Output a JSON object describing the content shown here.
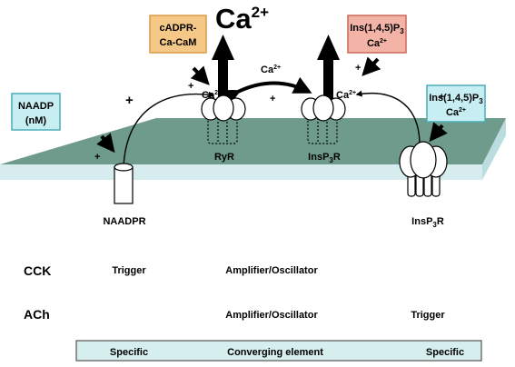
{
  "main_label": {
    "base": "Ca",
    "sup": "2+"
  },
  "boxes": {
    "cadpr": {
      "line1": "cADPR-",
      "line2": "Ca-CaM",
      "fill": "#f6c887",
      "stroke": "#d89a45"
    },
    "ip3_top": {
      "line1_base": "Ins(1,4,5)P",
      "line1_sub": "3",
      "line2_base": "Ca",
      "line2_sup": "2+",
      "fill": "#f4b3a7",
      "stroke": "#c9685a"
    },
    "naadp": {
      "line1": "NAADP",
      "line2": "(nM)",
      "fill": "#c7eef2",
      "stroke": "#4aaeb8"
    },
    "ip3_right": {
      "line1_base": "Ins(1,4,5)P",
      "line1_sub": "3",
      "line2_base": "Ca",
      "line2_sup": "2+",
      "fill": "#c7eef2",
      "stroke": "#4aaeb8"
    }
  },
  "ions": {
    "ryr_site": {
      "base": "Ca",
      "sup": "2+"
    },
    "ip3_site": {
      "base": "Ca",
      "sup": "2+"
    },
    "between": {
      "base": "Ca",
      "sup": "2+"
    }
  },
  "signs": {
    "plus": "+"
  },
  "channels": {
    "ryr": "RyR",
    "ip3r_er": {
      "base": "InsP",
      "sub": "3",
      "tail": "R"
    },
    "naadpr": "NAADPR",
    "ip3r_pm": {
      "base": "InsP",
      "sub": "3",
      "tail": "R"
    }
  },
  "membrane": {
    "top_color": "#6f9b8c",
    "edge_color": "#d7ecee"
  },
  "rows": [
    {
      "agonist": "CCK",
      "left": "Trigger",
      "middle": "Amplifier/Oscillator",
      "right": ""
    },
    {
      "agonist": "ACh",
      "left": "",
      "middle": "Amplifier/Oscillator",
      "right": "Trigger"
    }
  ],
  "legend_bar": {
    "left": "Specific",
    "middle": "Converging element",
    "right": "Specific",
    "fill": "#d7eeee",
    "stroke": "#555555"
  }
}
